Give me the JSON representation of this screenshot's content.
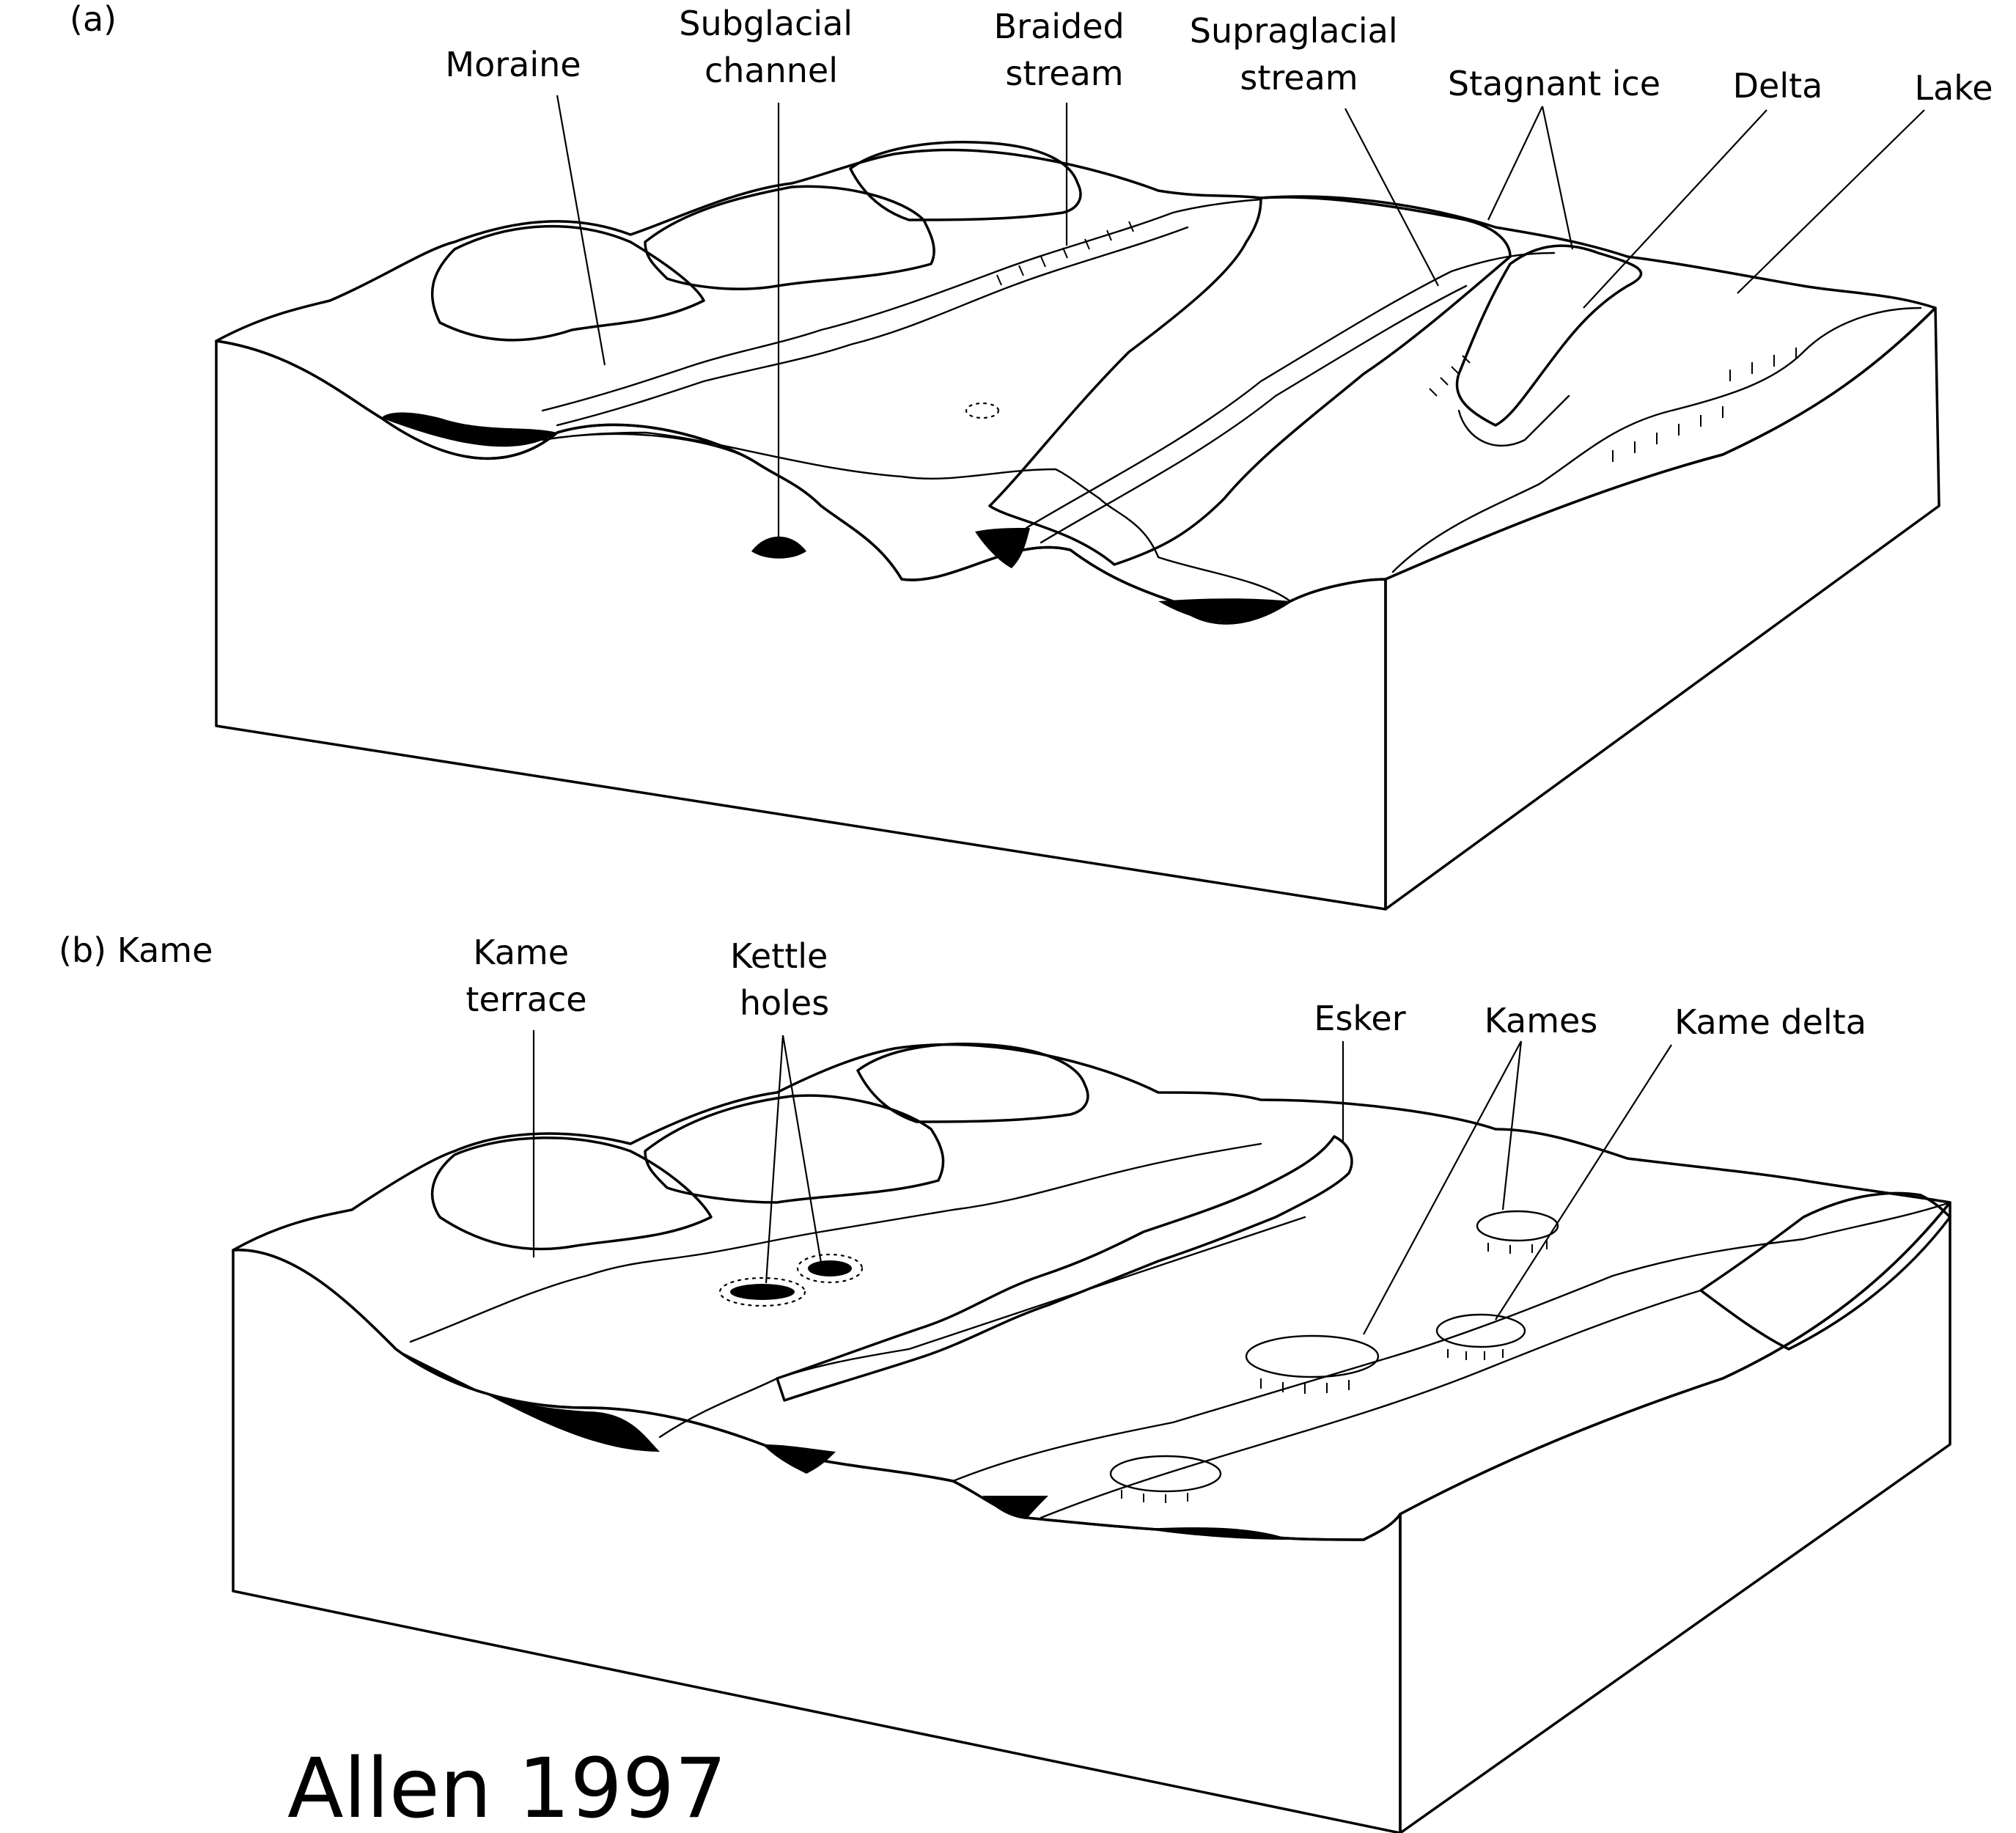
{
  "panel_a": {
    "title": "(a)",
    "labels": {
      "moraine": "Moraine",
      "subglacial_channel": [
        "Subglacial",
        "channel"
      ],
      "braided_stream": [
        "Braided",
        "stream"
      ],
      "supraglacial_stream": [
        "Supraglacial",
        "stream"
      ],
      "stagnant_ice": "Stagnant ice",
      "delta": "Delta",
      "lake": "Lake"
    }
  },
  "panel_b": {
    "title": "(b) Kame",
    "labels": {
      "kame_terrace": [
        "Kame",
        "terrace"
      ],
      "kettle_holes": [
        "Kettle",
        "holes"
      ],
      "esker": "Esker",
      "kames": "Kames",
      "kame_delta": "Kame delta"
    }
  },
  "caption": "Allen 1997",
  "colors": {
    "ink": "#000000",
    "paper": "#ffffff",
    "sediment_stipple": "#9a9a9a"
  }
}
